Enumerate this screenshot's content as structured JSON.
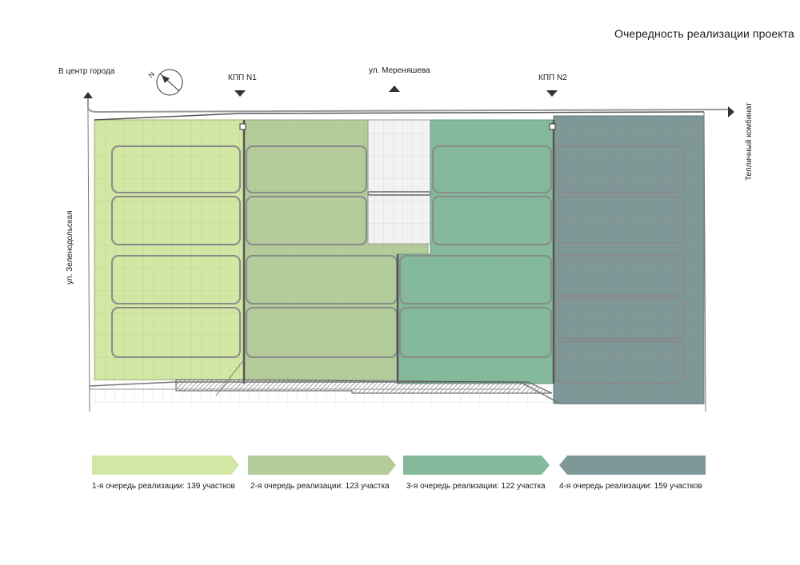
{
  "title": "Очередность реализации проекта",
  "labels": {
    "city_center": "В центр города",
    "checkpoint_1": "КПП N1",
    "street_merenyasheva": "ул. Мереняшева",
    "checkpoint_2": "КПП N2",
    "street_zelenodolskaya": "ул. Зеленодольская",
    "greenhouse": "Тепличный комбинат"
  },
  "compass_letter": "N",
  "sections": [
    {
      "label": "1-я очередь реализации: 139 участков",
      "color": "#d2e7a4",
      "count": 139
    },
    {
      "label": "2-я очередь реализации: 123 участка",
      "color": "#b4cc9a",
      "count": 123
    },
    {
      "label": "3-я очередь реализации: 122 участка",
      "color": "#84b99c",
      "count": 122
    },
    {
      "label": "4-я очередь реализации: 159 участков",
      "color": "#7f9797",
      "count": 159
    }
  ],
  "grid_color": "#8fa08a",
  "road_color": "#9a9a9a"
}
